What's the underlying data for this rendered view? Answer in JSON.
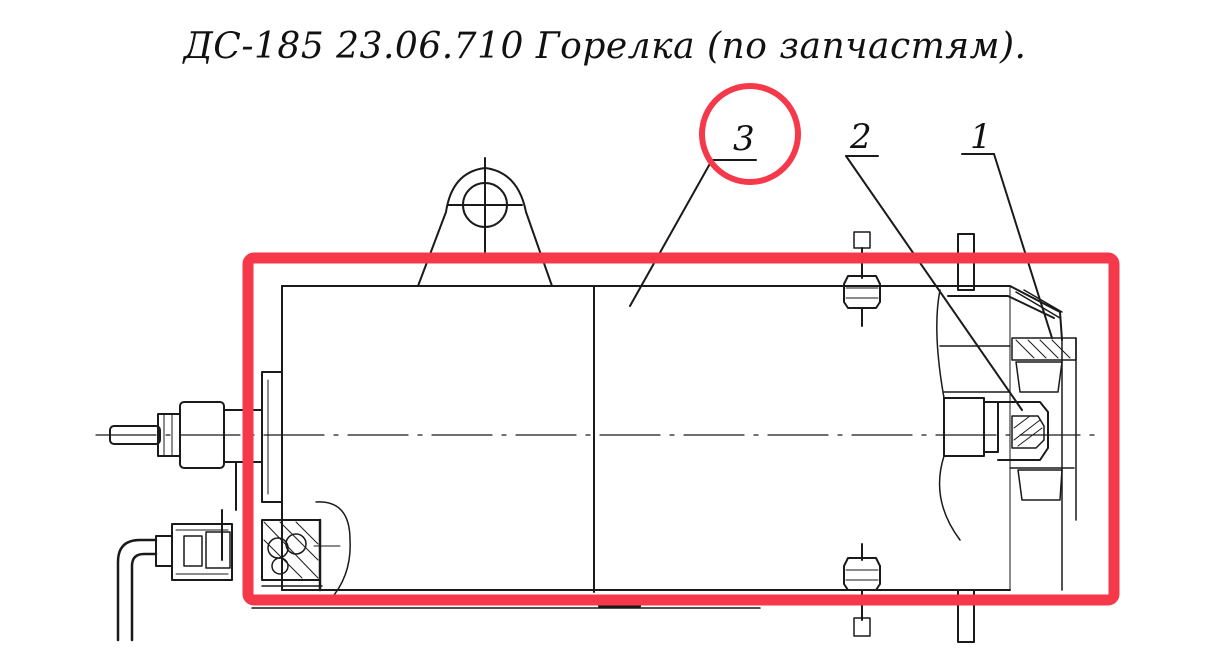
{
  "title": "ДС-185 23.06.710 Горелка (по запчастям).",
  "callouts": [
    {
      "label": "1"
    },
    {
      "label": "2"
    },
    {
      "label": "3",
      "circled": true
    }
  ],
  "colors": {
    "highlight": "#f5394a",
    "ink": "#1a1a1a"
  }
}
